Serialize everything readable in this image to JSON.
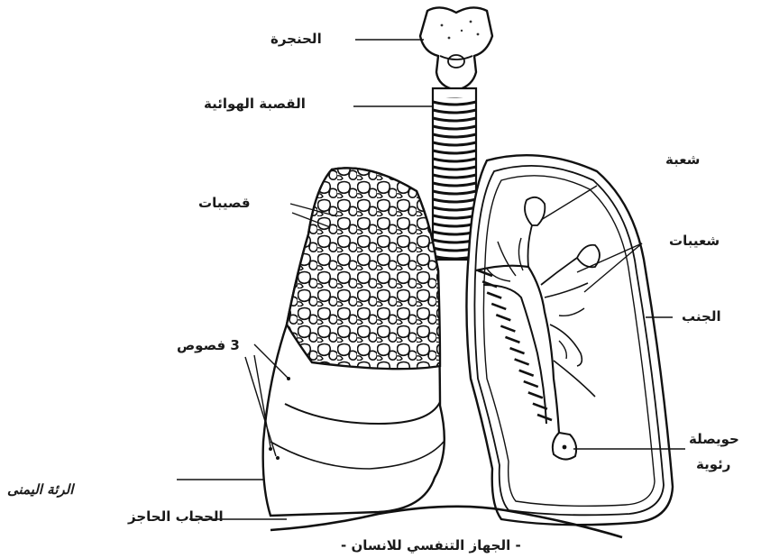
{
  "labels": {
    "larynx": "الحنجرة",
    "trachea": "القصبة الهوائية",
    "bronchioles": "قصيبات",
    "lobes": "3 فصوص",
    "right_lung": "الرئة اليمنى",
    "diaphragm": "الحجاب الحاجز",
    "bronchus": "شعبة",
    "bronchioles_branches": "شعيبات",
    "pleura": "الجنب",
    "alveolus_line1": "حويصلة",
    "alveolus_line2": "رئوية"
  },
  "caption": "- الجهاز التنفسي للانسان -"
}
